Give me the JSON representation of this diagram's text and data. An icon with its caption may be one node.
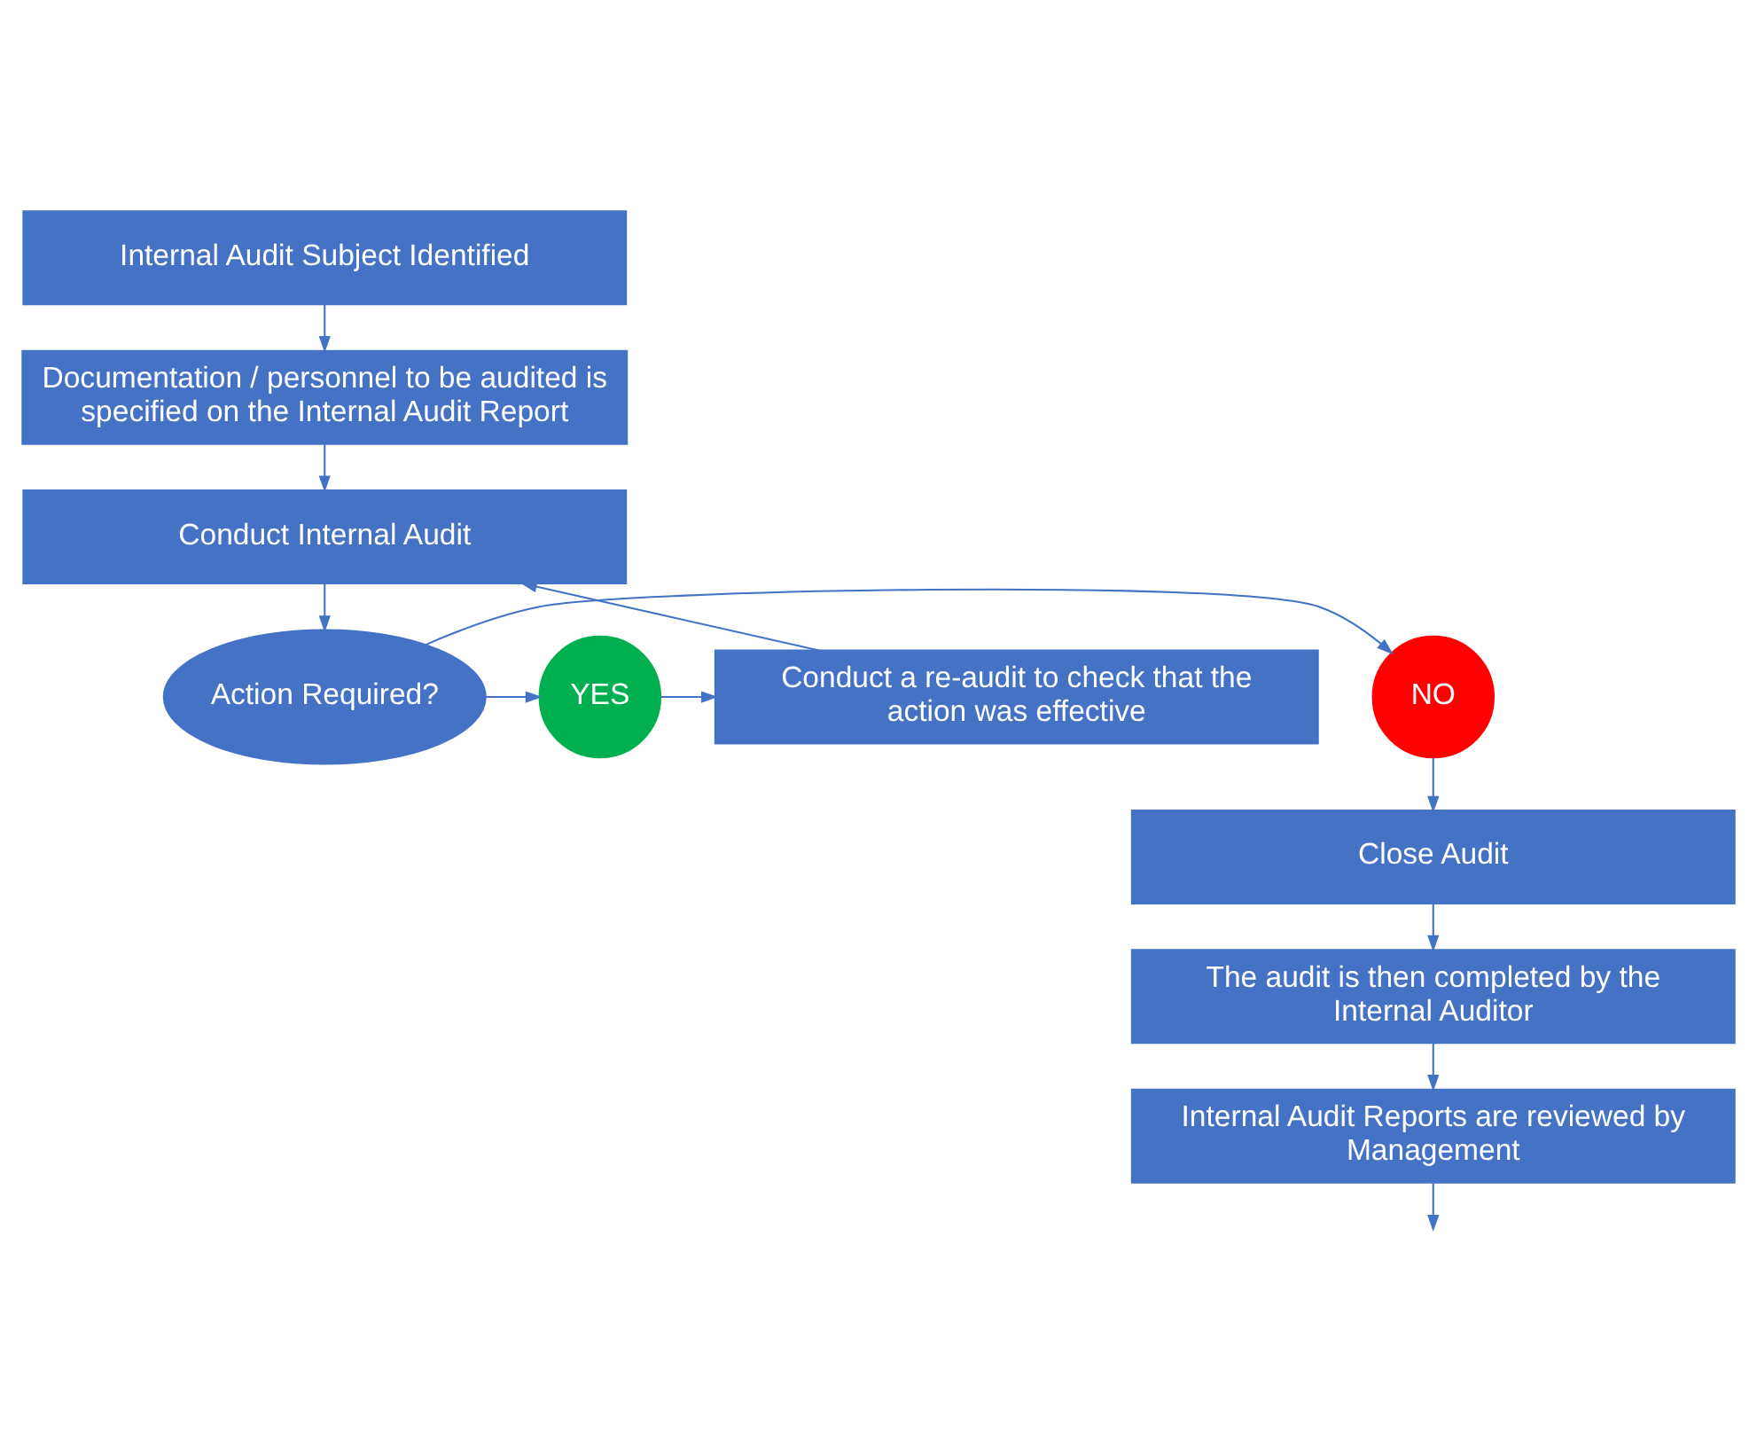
{
  "diagram": {
    "nodes": [
      {
        "text": [
          "Internal Audit Subject Identified"
        ]
      },
      {
        "text": [
          "Documentation / personnel to be audited is specified on the Internal Audit Report"
        ]
      },
      {
        "text": [
          "Conduct Internal Audit"
        ]
      },
      {
        "text": [
          "Action Required?"
        ]
      },
      {
        "text": [
          "NO"
        ]
      },
      {
        "text": [
          "YES"
        ]
      },
      {
        "text": [
          "Conduct a re-audit to check that the action was effective"
        ]
      },
      {
        "text": [
          "Close Audit"
        ]
      },
      {
        "text": [
          "The audit is then completed by the Internal Auditor"
        ]
      },
      {
        "text": [
          "Internal Audit Reports are reviewed by Management"
        ]
      }
    ],
    "edges": [
      {
        "from": 0,
        "to": 1,
        "arrow": "to"
      },
      {
        "from": 1,
        "to": 2,
        "arrow": "to"
      },
      {
        "from": 2,
        "to": 3,
        "arrow": "to"
      },
      {
        "from": 3,
        "to": 4,
        "arrow": "to"
      },
      {
        "from": 3,
        "to": 5,
        "arrow": "to"
      },
      {
        "from": 5,
        "to": 6,
        "arrow": "to"
      },
      {
        "from": 6,
        "to": 2,
        "arrow": "to"
      },
      {
        "from": 4,
        "to": 7,
        "arrow": "to"
      },
      {
        "from": 7,
        "to": 8,
        "arrow": "to"
      },
      {
        "from": 8,
        "to": 9,
        "arrow": "to"
      },
      {
        "from": 9,
        "to": null,
        "arrow": "to"
      }
    ]
  }
}
